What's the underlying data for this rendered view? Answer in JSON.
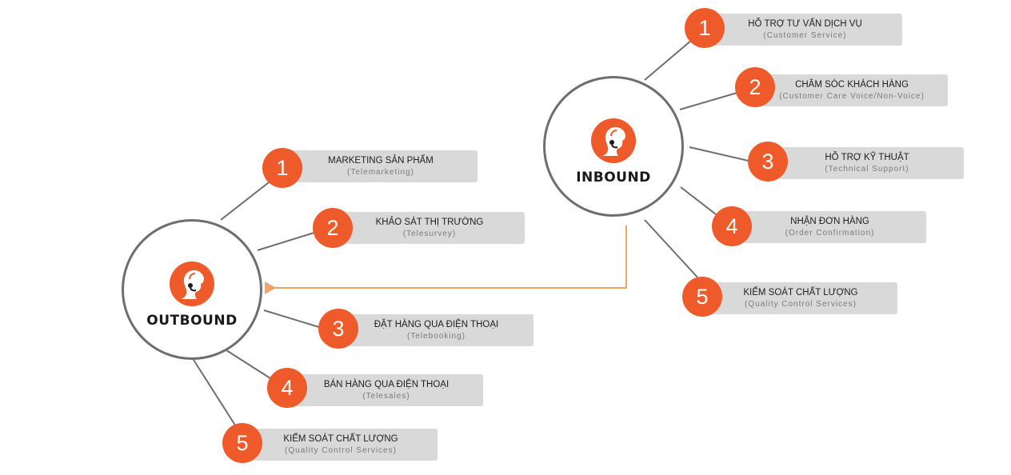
{
  "colors": {
    "accent": "#ef5a2a",
    "box": "#d9d9d9",
    "hub_border": "#6e6e6e",
    "arrow": "#f0a465"
  },
  "outbound": {
    "title": "OUTBOUND",
    "icon": "call-center-agent-icon",
    "items": [
      {
        "num": "1",
        "label": "MARKETING SẢN PHẨM",
        "sub": "(Telemarketing)"
      },
      {
        "num": "2",
        "label": "KHẢO SÁT THỊ TRƯỜNG",
        "sub": "(Telesurvey)"
      },
      {
        "num": "3",
        "label": "ĐẶT HÀNG QUA ĐIỆN THOẠI",
        "sub": "(Telebooking)"
      },
      {
        "num": "4",
        "label": "BÁN HÀNG QUA ĐIỆN THOẠI",
        "sub": "(Telesales)"
      },
      {
        "num": "5",
        "label": "KIỂM SOÁT CHẤT LƯỢNG",
        "sub": "(Quality Control Services)"
      }
    ]
  },
  "inbound": {
    "title": "INBOUND",
    "icon": "call-center-agent-icon",
    "items": [
      {
        "num": "1",
        "label": "HỖ TRỢ TƯ VẤN DỊCH VỤ",
        "sub": "(Customer Service)"
      },
      {
        "num": "2",
        "label": "CHĂM SÓC KHÁCH HÀNG",
        "sub": "(Customer Care Voice/Non-Voice)"
      },
      {
        "num": "3",
        "label": "HỖ TRỢ KỸ THUẬT",
        "sub": "(Technical Support)"
      },
      {
        "num": "4",
        "label": "NHẬN ĐƠN HÀNG",
        "sub": "(Order Confirmation)"
      },
      {
        "num": "5",
        "label": "KIỂM SOÁT CHẤT LƯỢNG",
        "sub": "(Quality Control Services)"
      }
    ]
  }
}
